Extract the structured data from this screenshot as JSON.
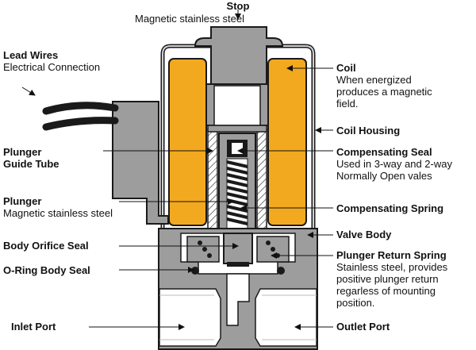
{
  "labels": {
    "stop": {
      "title": "Stop",
      "desc": "Magnetic stainless steel"
    },
    "lead_wires": {
      "title": "Lead Wires",
      "desc": "Electrical Connection"
    },
    "coil": {
      "title": "Coil",
      "desc1": "When energized",
      "desc2": "produces a magnetic",
      "desc3": "field."
    },
    "coil_housing": {
      "title": "Coil Housing"
    },
    "plunger_guide_tube": {
      "title1": "Plunger",
      "title2": "Guide Tube"
    },
    "compensating_seal": {
      "title": "Compensating Seal",
      "desc1": "Used in 3-way and 2-way",
      "desc2": "Normally Open vales"
    },
    "plunger": {
      "title": "Plunger",
      "desc": "Magnetic stainless steel"
    },
    "compensating_spring": {
      "title": "Compensating Spring"
    },
    "valve_body": {
      "title": "Valve Body"
    },
    "body_orifice_seal": {
      "title": "Body Orifice Seal"
    },
    "plunger_return_spring": {
      "title": "Plunger Return Spring",
      "desc1": "Stainless steel, provides",
      "desc2": "positive plunger return",
      "desc3": "regarless of mounting",
      "desc4": "position."
    },
    "oring_body_seal": {
      "title": "O-Ring Body Seal"
    },
    "inlet_port": {
      "title": "Inlet Port"
    },
    "outlet_port": {
      "title": "Outlet Port"
    }
  },
  "colors": {
    "coil": "#f3a91f",
    "metal": "#9d9d9d",
    "metal_dark": "#7f7f7f",
    "outline": "#1a1a1a",
    "port": "#ffffff"
  }
}
